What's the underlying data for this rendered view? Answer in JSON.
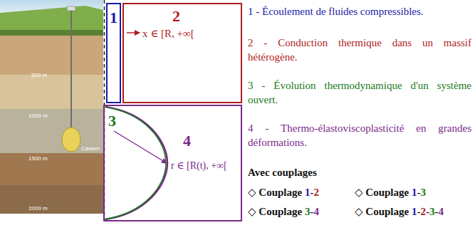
{
  "diagram": {
    "nodes": [
      {
        "text": [
          "1"
        ]
      },
      {
        "text": [
          "2",
          "x ∈ [R, +∞["
        ]
      },
      {
        "text": [
          "4",
          "r ∈ [R(t), +∞["
        ]
      },
      {
        "text": [
          "3"
        ],
        "in": 2
      }
    ],
    "labels": [
      "1 - Écoulement de fluides compressibles.",
      "2 - Conduction thermique dans un massif hétérogène.",
      "3 - Évolution thermodynamique d'un système ouvert.",
      "4 - Thermo-élastoviscoplasticité en grandes déformations.",
      "Avec couplages",
      "◇ Couplage 1-2",
      "◇ Couplage 1-3",
      "◇ Couplage 3-4",
      "◇ Couplage 1-2-3-4",
      "500 m",
      "1000 m",
      "1500 m",
      "2000 m",
      "Cavern"
    ]
  }
}
